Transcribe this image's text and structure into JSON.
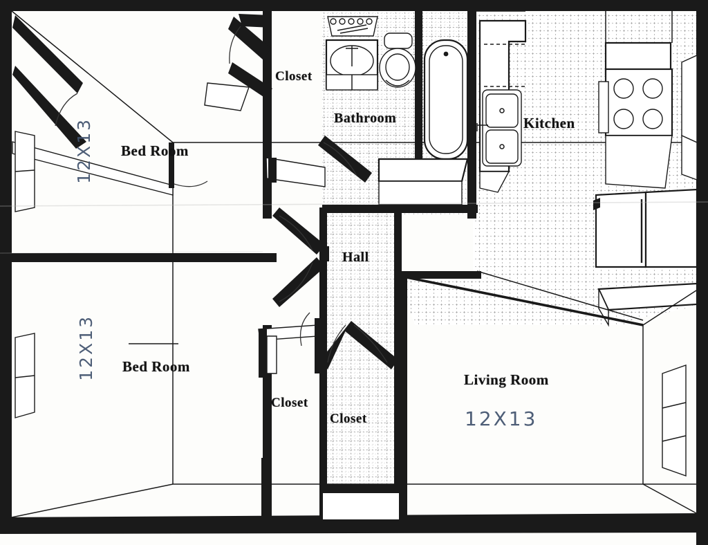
{
  "document": {
    "type": "architectural-floor-plan",
    "title": "Two Bedroom Apartment Floor Plan",
    "rendering_style": "perspective line drawing, photocopied"
  },
  "rooms": [
    {
      "id": "bedroom-upper",
      "label": "Bed Room",
      "dimension_note": "12X13"
    },
    {
      "id": "bedroom-lower",
      "label": "Bed Room",
      "dimension_note": "12X13"
    },
    {
      "id": "living-room",
      "label": "Living Room",
      "dimension_note": "12X13"
    },
    {
      "id": "kitchen",
      "label": "Kitchen",
      "dimension_note": ""
    },
    {
      "id": "bathroom",
      "label": "Bathroom",
      "dimension_note": ""
    },
    {
      "id": "hall",
      "label": "Hall",
      "dimension_note": ""
    },
    {
      "id": "closet-bedroom-upper",
      "label": "Closet",
      "dimension_note": ""
    },
    {
      "id": "closet-bedroom-lower",
      "label": "Closet",
      "dimension_note": ""
    },
    {
      "id": "closet-hall",
      "label": "Closet",
      "dimension_note": ""
    }
  ],
  "labels": {
    "bedroom_upper": "Bed Room",
    "bedroom_lower": "Bed Room",
    "living_room": "Living Room",
    "kitchen": "Kitchen",
    "bathroom": "Bathroom",
    "hall": "Hall",
    "closet_upper": "Closet",
    "closet_lower": "Closet",
    "closet_hall": "Closet"
  },
  "dimensions": {
    "bedroom_upper": "12X13",
    "bedroom_lower": "12X13",
    "living_room": "12X13"
  },
  "fixtures": [
    {
      "room": "bathroom",
      "name": "vanity-sink"
    },
    {
      "room": "bathroom",
      "name": "mirror-light-bar"
    },
    {
      "room": "bathroom",
      "name": "toilet"
    },
    {
      "room": "bathroom",
      "name": "bathtub"
    },
    {
      "room": "kitchen",
      "name": "double-basin-sink"
    },
    {
      "room": "kitchen",
      "name": "range-four-burner"
    },
    {
      "room": "kitchen",
      "name": "refrigerator"
    },
    {
      "room": "kitchen",
      "name": "upper-cabinets"
    },
    {
      "room": "kitchen",
      "name": "counter"
    }
  ],
  "openings": {
    "windows": 3,
    "doors": 6
  },
  "colors": {
    "ink": "#1a1a1a",
    "paper": "#fdfdfb",
    "handwriting": "#41536e",
    "tile_texture": "#9a9a9a"
  }
}
